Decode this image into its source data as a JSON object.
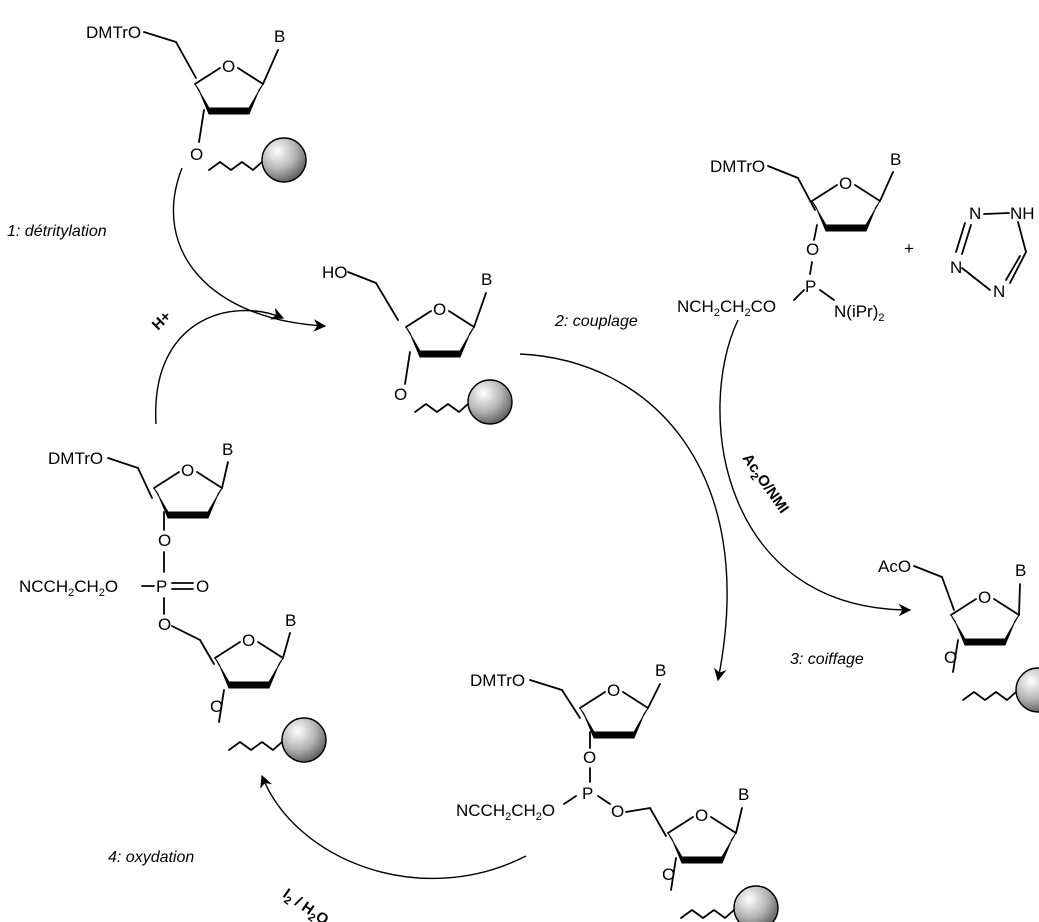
{
  "labels": {
    "dmtro": "DMTrO",
    "ho": "HO",
    "aco": "AcO",
    "base": "B",
    "oxygen": "O",
    "phosphorus": "P",
    "plus": "+",
    "nipr2": "N(iPr)",
    "nipr2_sub": "2",
    "ncch_left": "NCCH",
    "sub2": "2",
    "ch": "CH",
    "o_tail": "O",
    "ncch_phosphoramidite": "NCH",
    "ch2co": "CH",
    "co_tail": "CO",
    "tetrazole_nh": "NH",
    "tetrazole_n": "N",
    "phosphate_double_o": "O"
  },
  "steps": {
    "step1": "1: détritylation",
    "step2": "2: couplage",
    "step3": "3: coiffage",
    "step4": "4: oxydation"
  },
  "reagents": {
    "acid": "H+",
    "capping": "Ac",
    "capping_sub": "2",
    "capping_tail": "O/NMI",
    "oxidant_i": "I",
    "oxidant_sub": "2",
    "oxidant_mid": " / H",
    "oxidant_sub2": "2",
    "oxidant_tail": "O"
  }
}
